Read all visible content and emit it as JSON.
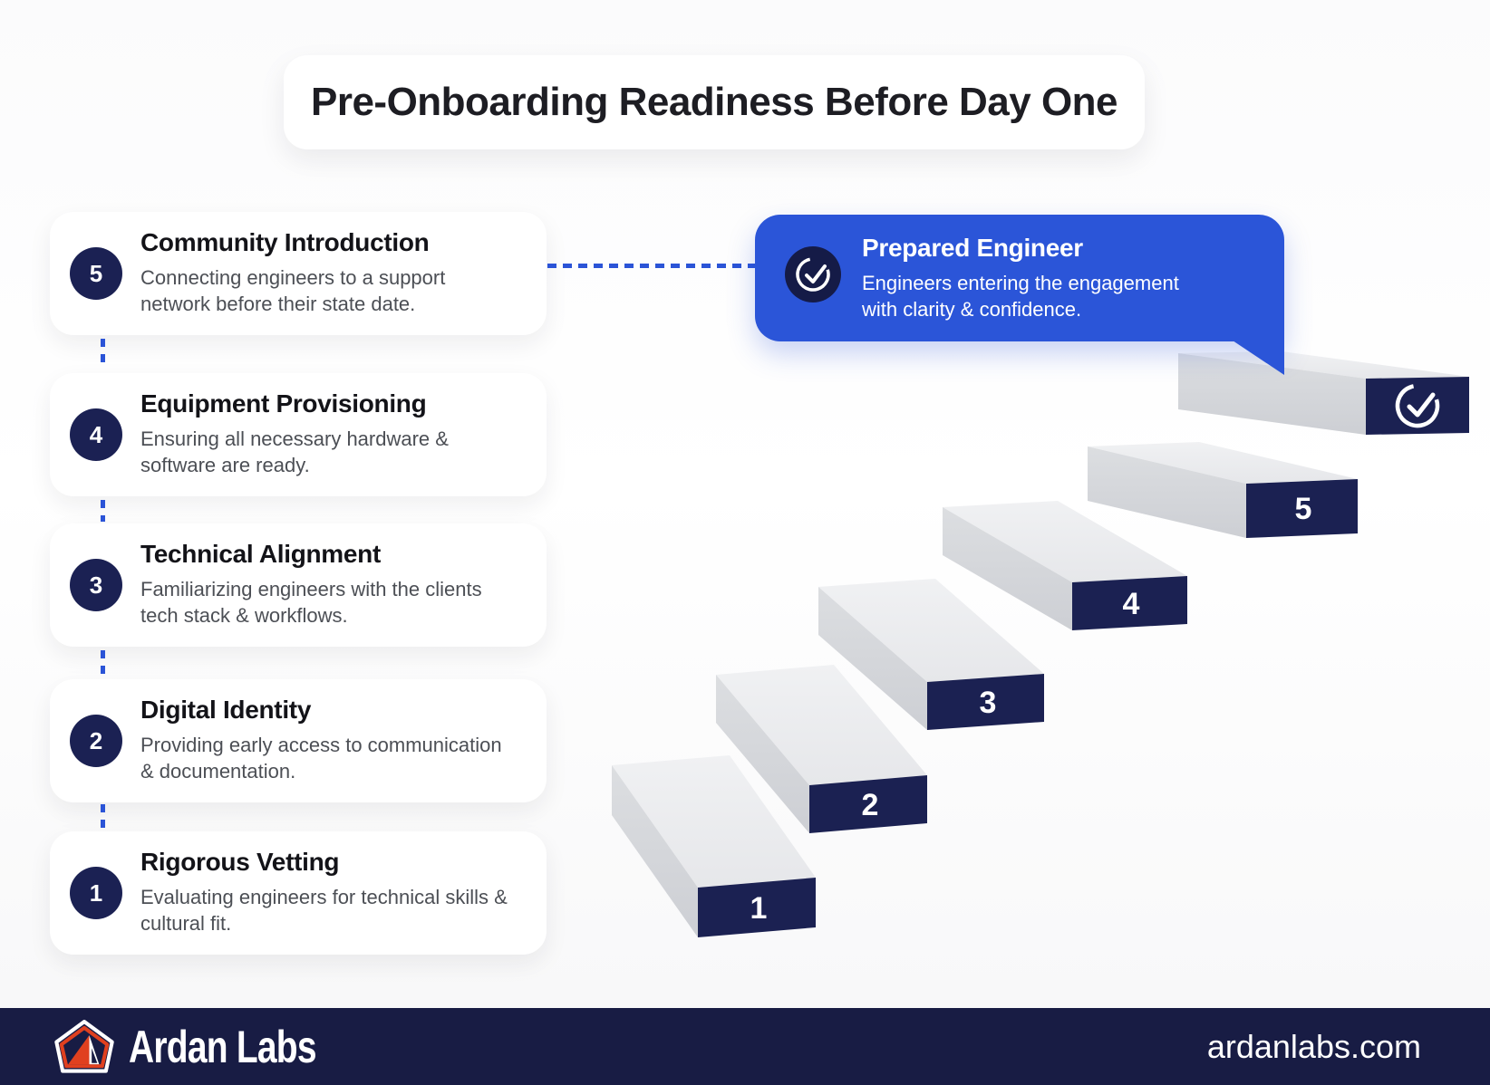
{
  "page": {
    "title": "Pre-Onboarding Readiness Before Day One"
  },
  "cards": [
    {
      "number": "5",
      "title": "Community Introduction",
      "description": "Connecting engineers to a support network before their state date."
    },
    {
      "number": "4",
      "title": "Equipment Provisioning",
      "description": "Ensuring all necessary hardware & software are ready."
    },
    {
      "number": "3",
      "title": "Technical Alignment",
      "description": "Familiarizing engineers with the clients tech stack & workflows."
    },
    {
      "number": "2",
      "title": "Digital Identity",
      "description": "Providing early access to communication & documentation."
    },
    {
      "number": "1",
      "title": "Rigorous Vetting",
      "description": "Evaluating engineers for technical skills & cultural fit."
    }
  ],
  "callout": {
    "title": "Prepared Engineer",
    "description": "Engineers entering the engagement with clarity & confidence.",
    "icon": "check-circle-icon"
  },
  "stairs": {
    "labels": [
      "1",
      "2",
      "3",
      "4",
      "5"
    ],
    "top_icon": "check-circle-icon"
  },
  "footer": {
    "brand": "Ardan Labs",
    "website": "ardanlabs.com",
    "logo_icon": "ardan-tent-logo-icon"
  },
  "colors": {
    "accent_blue": "#2b55d8",
    "navy": "#1b2152",
    "footer_navy": "#181c44",
    "step_top_gray": "#eceded",
    "step_front_gray": "#d5d7da",
    "text_dark": "#16161c",
    "text_muted": "#4c4f55"
  }
}
